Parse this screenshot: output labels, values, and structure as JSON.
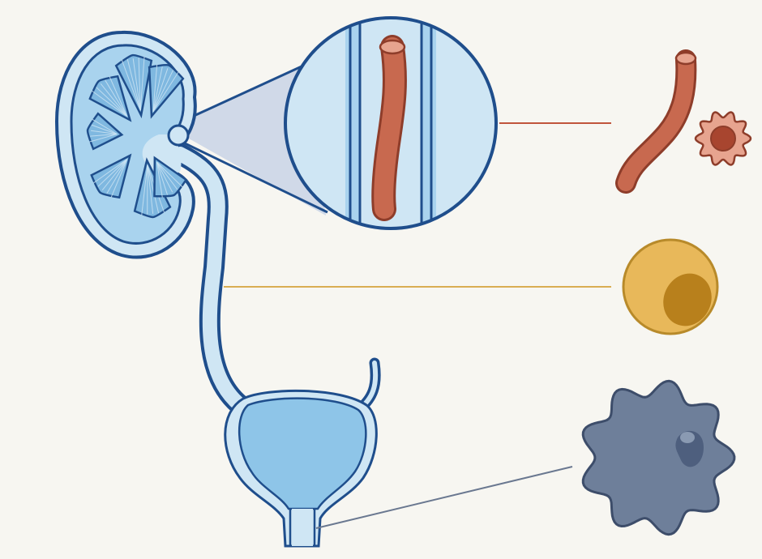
{
  "diagram": {
    "background": "#f7f6f1",
    "colors": {
      "outline": "#1f4e8c",
      "organ_light": "#cfe6f4",
      "organ_mid": "#a9d3ee",
      "bladder_fill": "#8ec5e8",
      "medulla_fill": "#7fb8e0",
      "zoom_cone": "#c9d3e6",
      "vessel_fill": "#c8694f",
      "vessel_outline": "#8e3d2a",
      "cell_round_fill": "#e8b85a",
      "cell_round_nucleus": "#b8801c",
      "cell_round_outline": "#b88a2a",
      "cell_star_fill": "#6e7f9a",
      "cell_star_nucleus": "#4e5f7e",
      "cell_star_outline": "#3d4d6a",
      "cell_small_fill": "#e7a48f",
      "cell_small_nucleus": "#a8452f",
      "leader_red": "#c0553c",
      "leader_gold": "#d9ad52",
      "leader_slate": "#6a7890"
    },
    "parts": [
      {
        "id": "kidney",
        "icon": "kidney-icon"
      },
      {
        "id": "renal-pyramids",
        "icon": "renal-pyramid-icon"
      },
      {
        "id": "ureter",
        "icon": "ureter-icon"
      },
      {
        "id": "bladder",
        "icon": "bladder-icon"
      },
      {
        "id": "urethra",
        "icon": "urethra-icon"
      },
      {
        "id": "magnified-tubule",
        "icon": "magnifier-circle-icon"
      },
      {
        "id": "capillary-vessel",
        "icon": "blood-vessel-icon"
      },
      {
        "id": "red-cell-spiky",
        "icon": "spiky-cell-icon"
      },
      {
        "id": "round-cell",
        "icon": "round-cell-icon"
      },
      {
        "id": "stellate-cell",
        "icon": "stellate-cell-icon"
      }
    ]
  }
}
